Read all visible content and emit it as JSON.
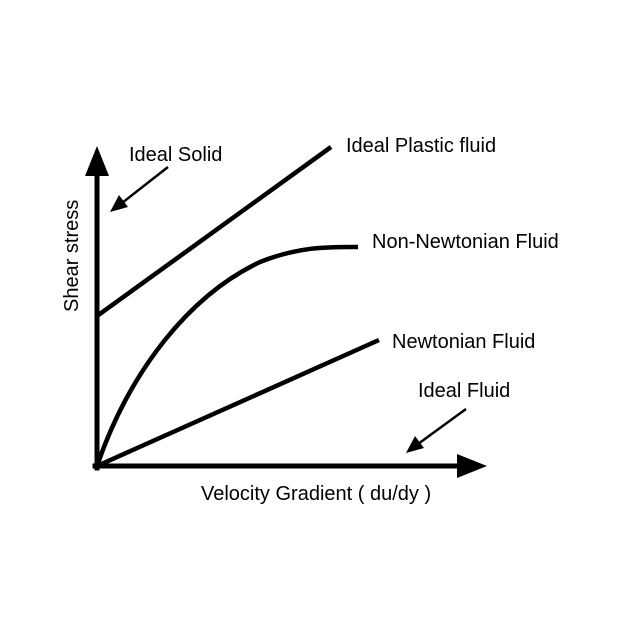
{
  "diagram": {
    "axes": {
      "x_label": "Velocity Gradient ( du/dy )",
      "y_label": "Shear stress"
    },
    "curves": {
      "ideal_plastic_label": "Ideal Plastic fluid",
      "non_newtonian_label": "Non-Newtonian Fluid",
      "newtonian_label": "Newtonian Fluid"
    },
    "pointers": {
      "ideal_solid_label": "Ideal Solid",
      "ideal_fluid_label": "Ideal Fluid"
    },
    "colors": {
      "ink": "#000000",
      "background": "#ffffff"
    }
  }
}
